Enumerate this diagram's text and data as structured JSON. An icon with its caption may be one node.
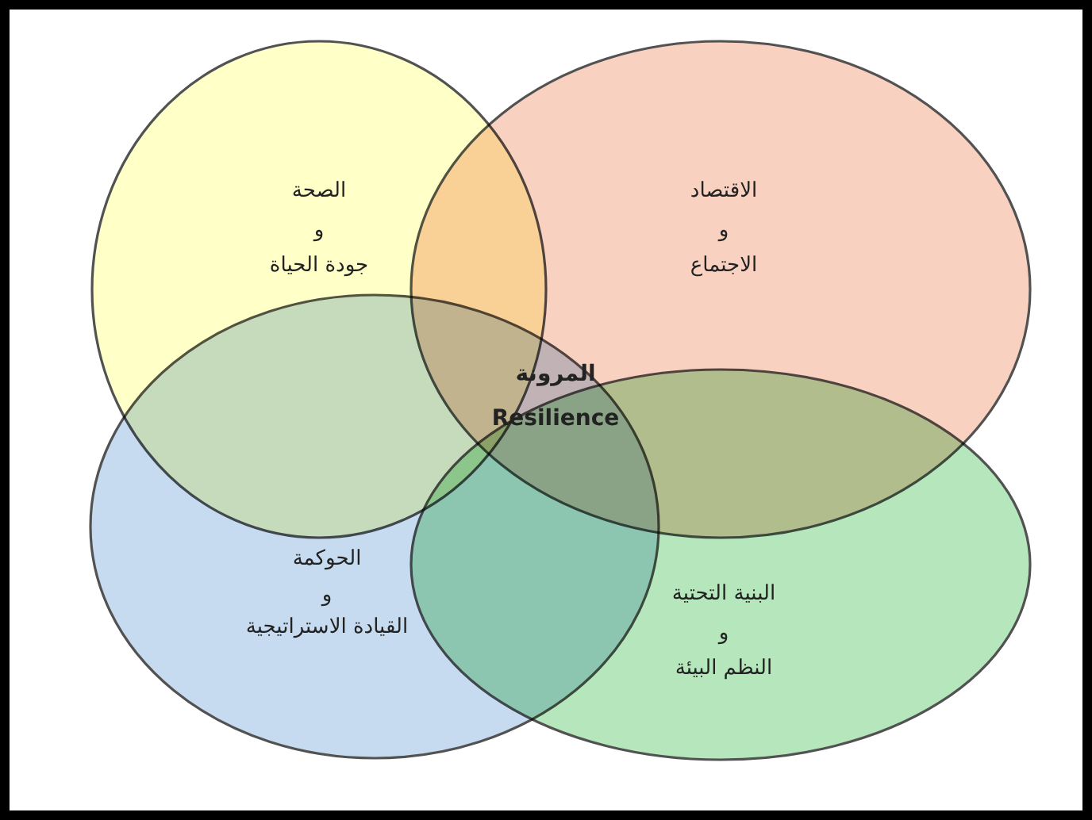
{
  "diagram": {
    "nodes": [
      {
        "text": [
          "الصحة",
          "و",
          "جودة الحياة"
        ]
      },
      {
        "text": [
          "الاقتصاد",
          "و",
          "الاجتماع"
        ]
      },
      {
        "text": [
          "الحوكمة",
          "و",
          "القيادة الاستراتيجية"
        ]
      },
      {
        "text": [
          "البنية التحتية",
          "و",
          "النظم البيئة"
        ]
      },
      {
        "text": [
          "المرونة",
          "Resilience"
        ]
      }
    ]
  }
}
